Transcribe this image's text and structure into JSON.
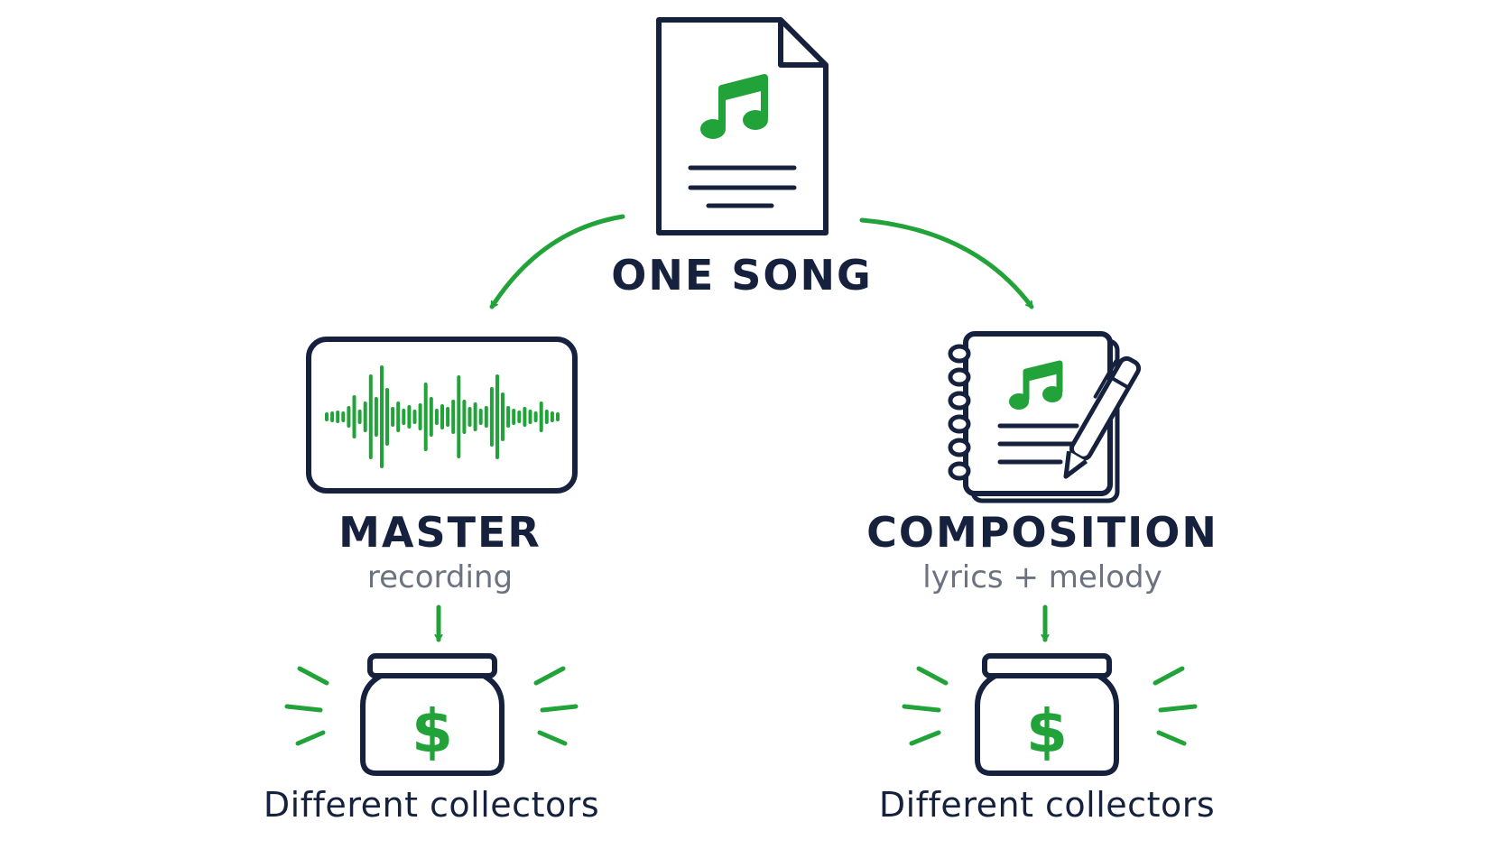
{
  "root": {
    "label": "ONE SONG",
    "icon": "song-file-icon"
  },
  "branches": [
    {
      "title": "MASTER",
      "subtitle": "recording",
      "icon": "waveform-icon",
      "jar_icon": "money-jar-icon",
      "footer": "Different collectors"
    },
    {
      "title": "COMPOSITION",
      "subtitle": "lyrics + melody",
      "icon": "notebook-pen-icon",
      "jar_icon": "money-jar-icon",
      "footer": "Different collectors"
    }
  ],
  "colors": {
    "ink": "#15213d",
    "accent": "#22a33a",
    "muted": "#6b7280",
    "background": "#ffffff"
  }
}
